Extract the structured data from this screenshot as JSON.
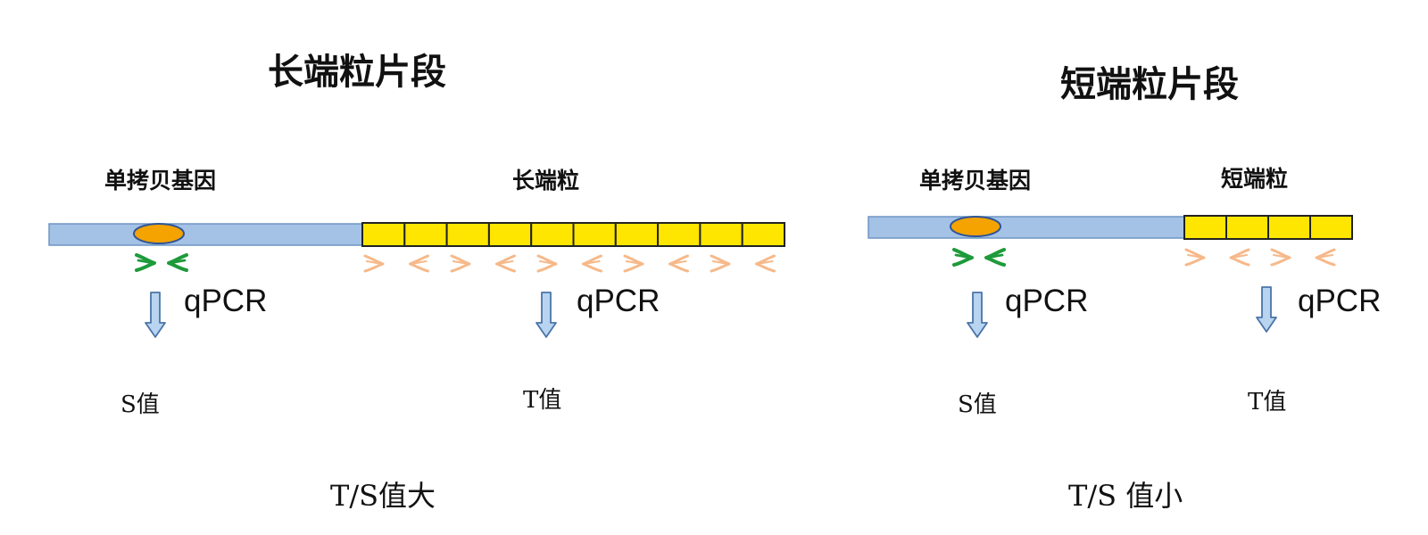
{
  "panels": {
    "long": {
      "title": "长端粒片段",
      "gene_label": "单拷贝基因",
      "telomere_label": "长端粒",
      "gene_qpcr": "qPCR",
      "telomere_qpcr": "qPCR",
      "s_value": "S值",
      "t_value": "T值",
      "ratio": "T/S值大",
      "telomere_repeat_count": 10
    },
    "short": {
      "title": "短端粒片段",
      "gene_label": "单拷贝基因",
      "telomere_label": "短端粒",
      "gene_qpcr": "qPCR",
      "telomere_qpcr": "qPCR",
      "s_value": "S值",
      "t_value": "T值",
      "ratio": "T/S 值小",
      "telomere_repeat_count": 4
    }
  },
  "colors": {
    "dna_strand": "#a4c2e6",
    "dna_border": "#6f95c4",
    "telomere_fill": "#ffe600",
    "telomere_border": "#222222",
    "gene_fill": "#f5a300",
    "gene_border": "#2f5597",
    "gene_primer": "#1e9a3a",
    "telomere_primer": "#f6b98a",
    "arrow_fill": "#b8d4f0",
    "arrow_border": "#4a74a8"
  }
}
